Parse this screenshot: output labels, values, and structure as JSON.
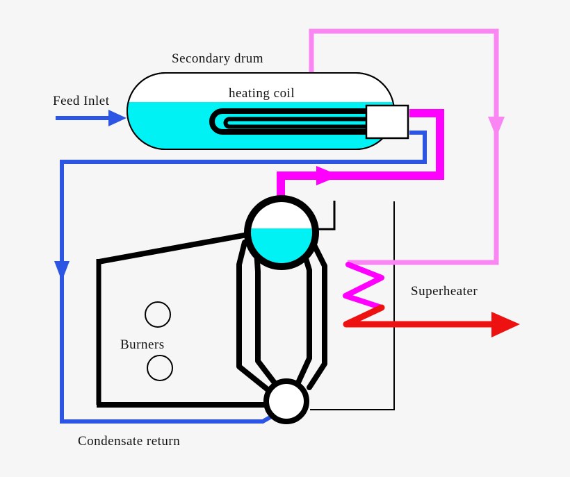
{
  "labels": {
    "secondary_drum": "Secondary drum",
    "heating_coil": "heating coil",
    "feed_inlet": "Feed Inlet",
    "burners": "Burners",
    "superheater": "Superheater",
    "condensate_return": "Condensate return"
  },
  "arrows": [
    {
      "name": "feed-inlet-arrow",
      "color": "pipe_blue",
      "direction": "right"
    },
    {
      "name": "pink-steam-arrow",
      "color": "pipe_pink",
      "direction": "down"
    },
    {
      "name": "magenta-steam-arrow",
      "color": "pipe_magenta",
      "direction": "right"
    },
    {
      "name": "condensate-arrow",
      "color": "pipe_blue",
      "direction": "down"
    },
    {
      "name": "superheated-steam-arrow",
      "color": "steam_red",
      "direction": "right"
    }
  ],
  "colors": {
    "background": "#f6f6f6",
    "ink": "#000000",
    "water_cyan": "#00f2f5",
    "pipe_blue": "#2b55e2",
    "pipe_magenta": "#ff00ff",
    "pipe_pink": "#f986f3",
    "steam_red": "#ee1111",
    "white": "#ffffff",
    "label_text": "#111111"
  }
}
